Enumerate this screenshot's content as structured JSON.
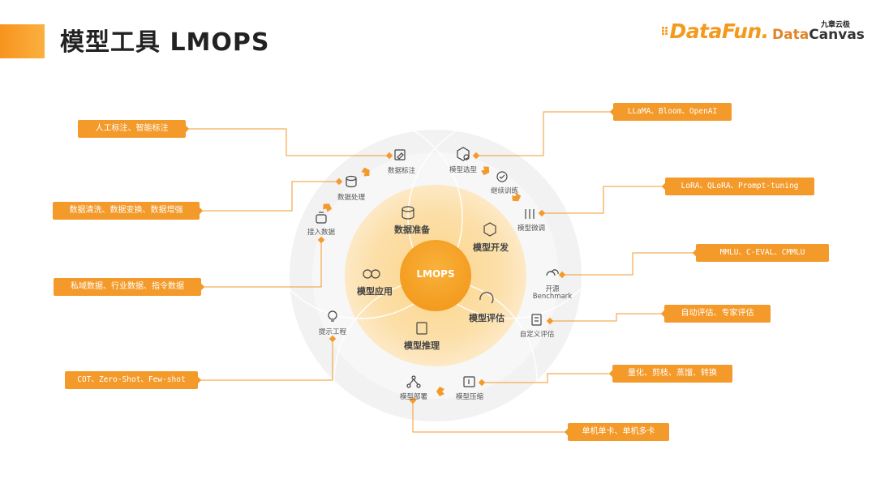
{
  "page": {
    "title": "模型工具 LMOPS"
  },
  "logos": {
    "datafun": "DataFun.",
    "datacanvas_prefix": "Data",
    "datacanvas_suffix": "Canvas",
    "datacanvas_cn": "九章云极"
  },
  "center": {
    "label": "LMOPS"
  },
  "phases": {
    "data_prep": "数据准备",
    "model_dev": "模型开发",
    "model_eval": "模型评估",
    "model_infer": "模型推理",
    "model_app": "模型应用"
  },
  "nodes": {
    "data_labeling": "数据标注",
    "data_processing": "数据处理",
    "data_access": "接入数据",
    "model_selection": "模型选型",
    "continued_training": "继续训练",
    "model_finetune": "模型微调",
    "open_benchmark_line1": "开源",
    "open_benchmark_line2": "Benchmark",
    "custom_eval": "自定义评估",
    "model_compress": "模型压缩",
    "model_deploy": "模型部署",
    "prompt_engineering": "提示工程"
  },
  "tags": {
    "labeling": "人工标注、智能标注",
    "data_clean": "数据清洗、数据变换、数据增强",
    "private_data": "私域数据、行业数据、指令数据",
    "prompt_methods": "COT、Zero-Shot、Few-shot",
    "base_models": "LLaMA、Bloom、OpenAI",
    "tuning_methods": "LoRA、QLoRA、Prompt-tuning",
    "benchmarks": "MMLU、C-EVAL、CMMLU",
    "eval_methods": "自动评估、专家评估",
    "compress_methods": "量化、剪枝、蒸馏、转换",
    "deploy_methods": "单机单卡、单机多卡"
  },
  "colors": {
    "accent": "#f39a2b",
    "center": "#f5a623",
    "ring_inner": "#fbe3b4",
    "ring_outer": "#efefef"
  }
}
